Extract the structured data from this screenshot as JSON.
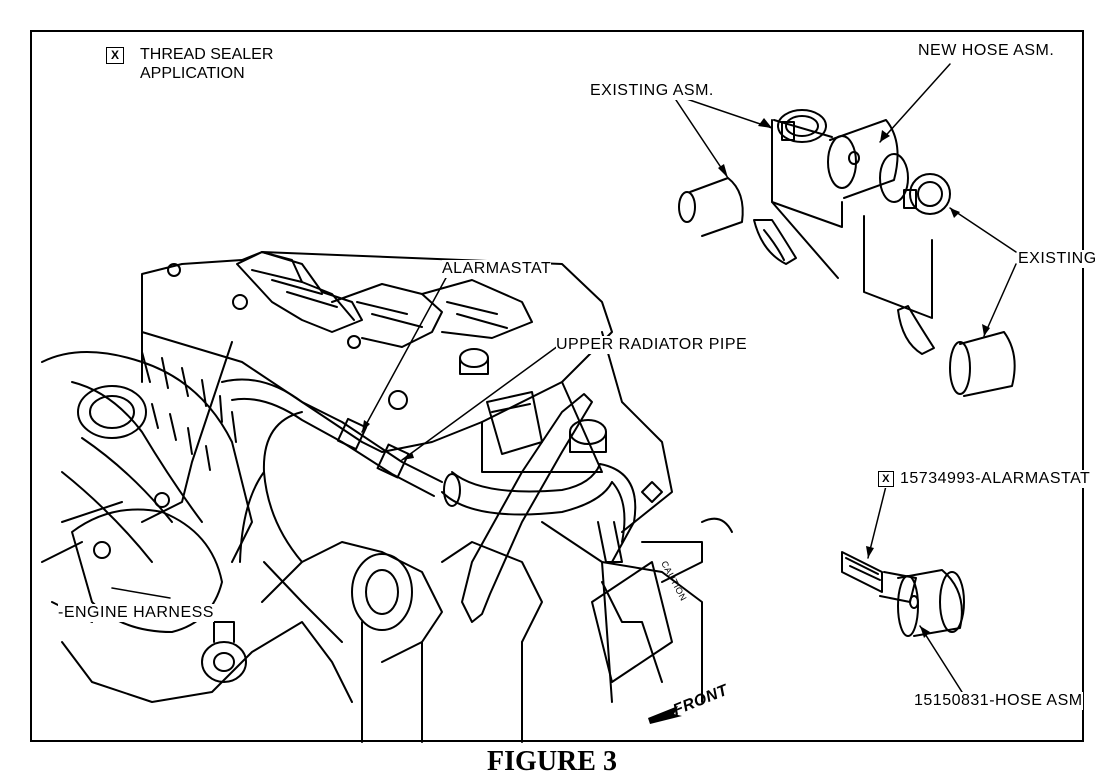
{
  "legend": {
    "symbol": "X",
    "line1": "THREAD SEALER",
    "line2": "APPLICATION"
  },
  "labels": {
    "new_hose_asm": "NEW HOSE ASM.",
    "existing_asm": "EXISTING ASM.",
    "existing": "EXISTING",
    "alarmastat": "ALARMASTAT",
    "upper_radiator_pipe": "UPPER RADIATOR PIPE",
    "engine_harness": "-ENGINE HARNESS",
    "part_alarmastat": "15734993-ALARMASTAT",
    "part_hose": "15150831-HOSE ASM",
    "front": "FRONT",
    "caution": "CAUTION"
  },
  "caption": "FIGURE 3"
}
